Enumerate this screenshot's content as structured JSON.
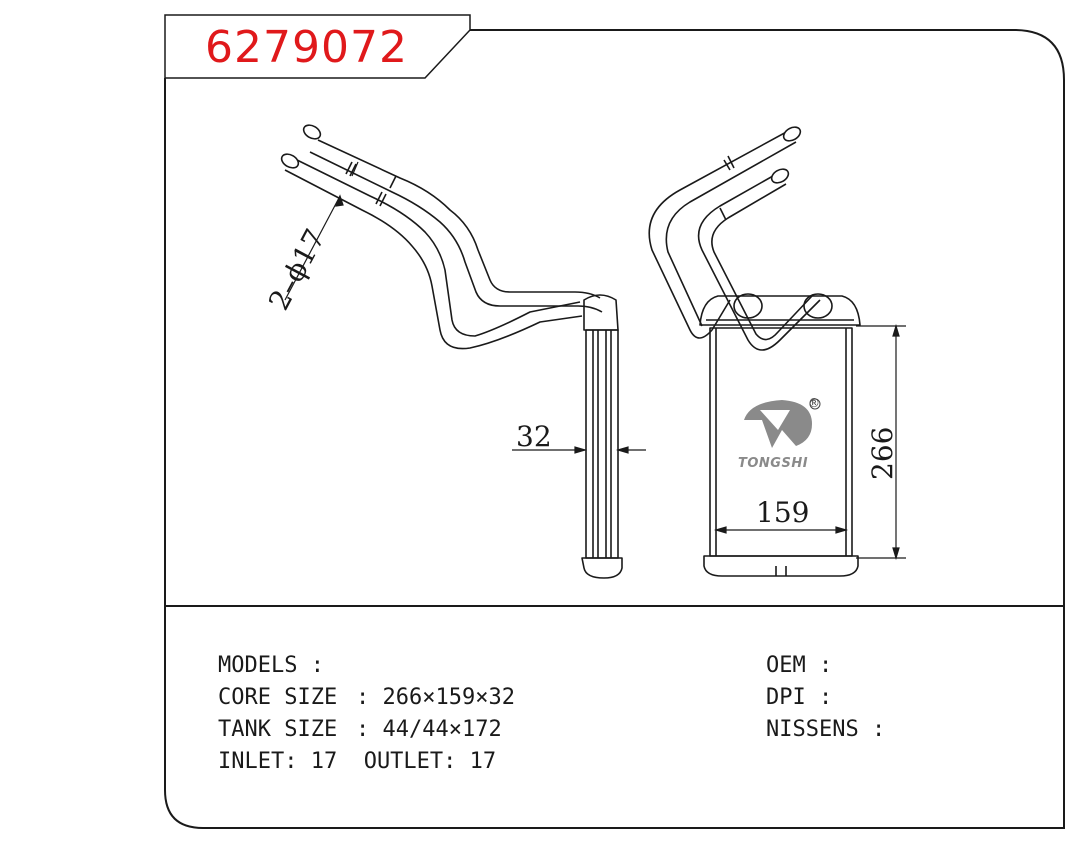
{
  "part_number": "6279072",
  "specs": {
    "models_label": "MODELS :",
    "core_size_label": "CORE SIZE",
    "core_size_value": ": 266×159×32",
    "tank_size_label": "TANK SIZE",
    "tank_size_value": ": 44/44×172",
    "inlet_outlet": "INLET: 17  OUTLET: 17",
    "oem_label": "OEM :",
    "dpi_label": "DPI :",
    "nissens_label": "NISSENS :"
  },
  "dimensions": {
    "pipe_diameter": "2–ϕ17",
    "thickness": "32",
    "width": "159",
    "height": "266"
  },
  "brand": {
    "name": "TONGSHI",
    "registered_mark": "®"
  },
  "colors": {
    "part_number": "#e0191b",
    "line": "#1a1a1a",
    "logo": "#8a8a8a"
  }
}
